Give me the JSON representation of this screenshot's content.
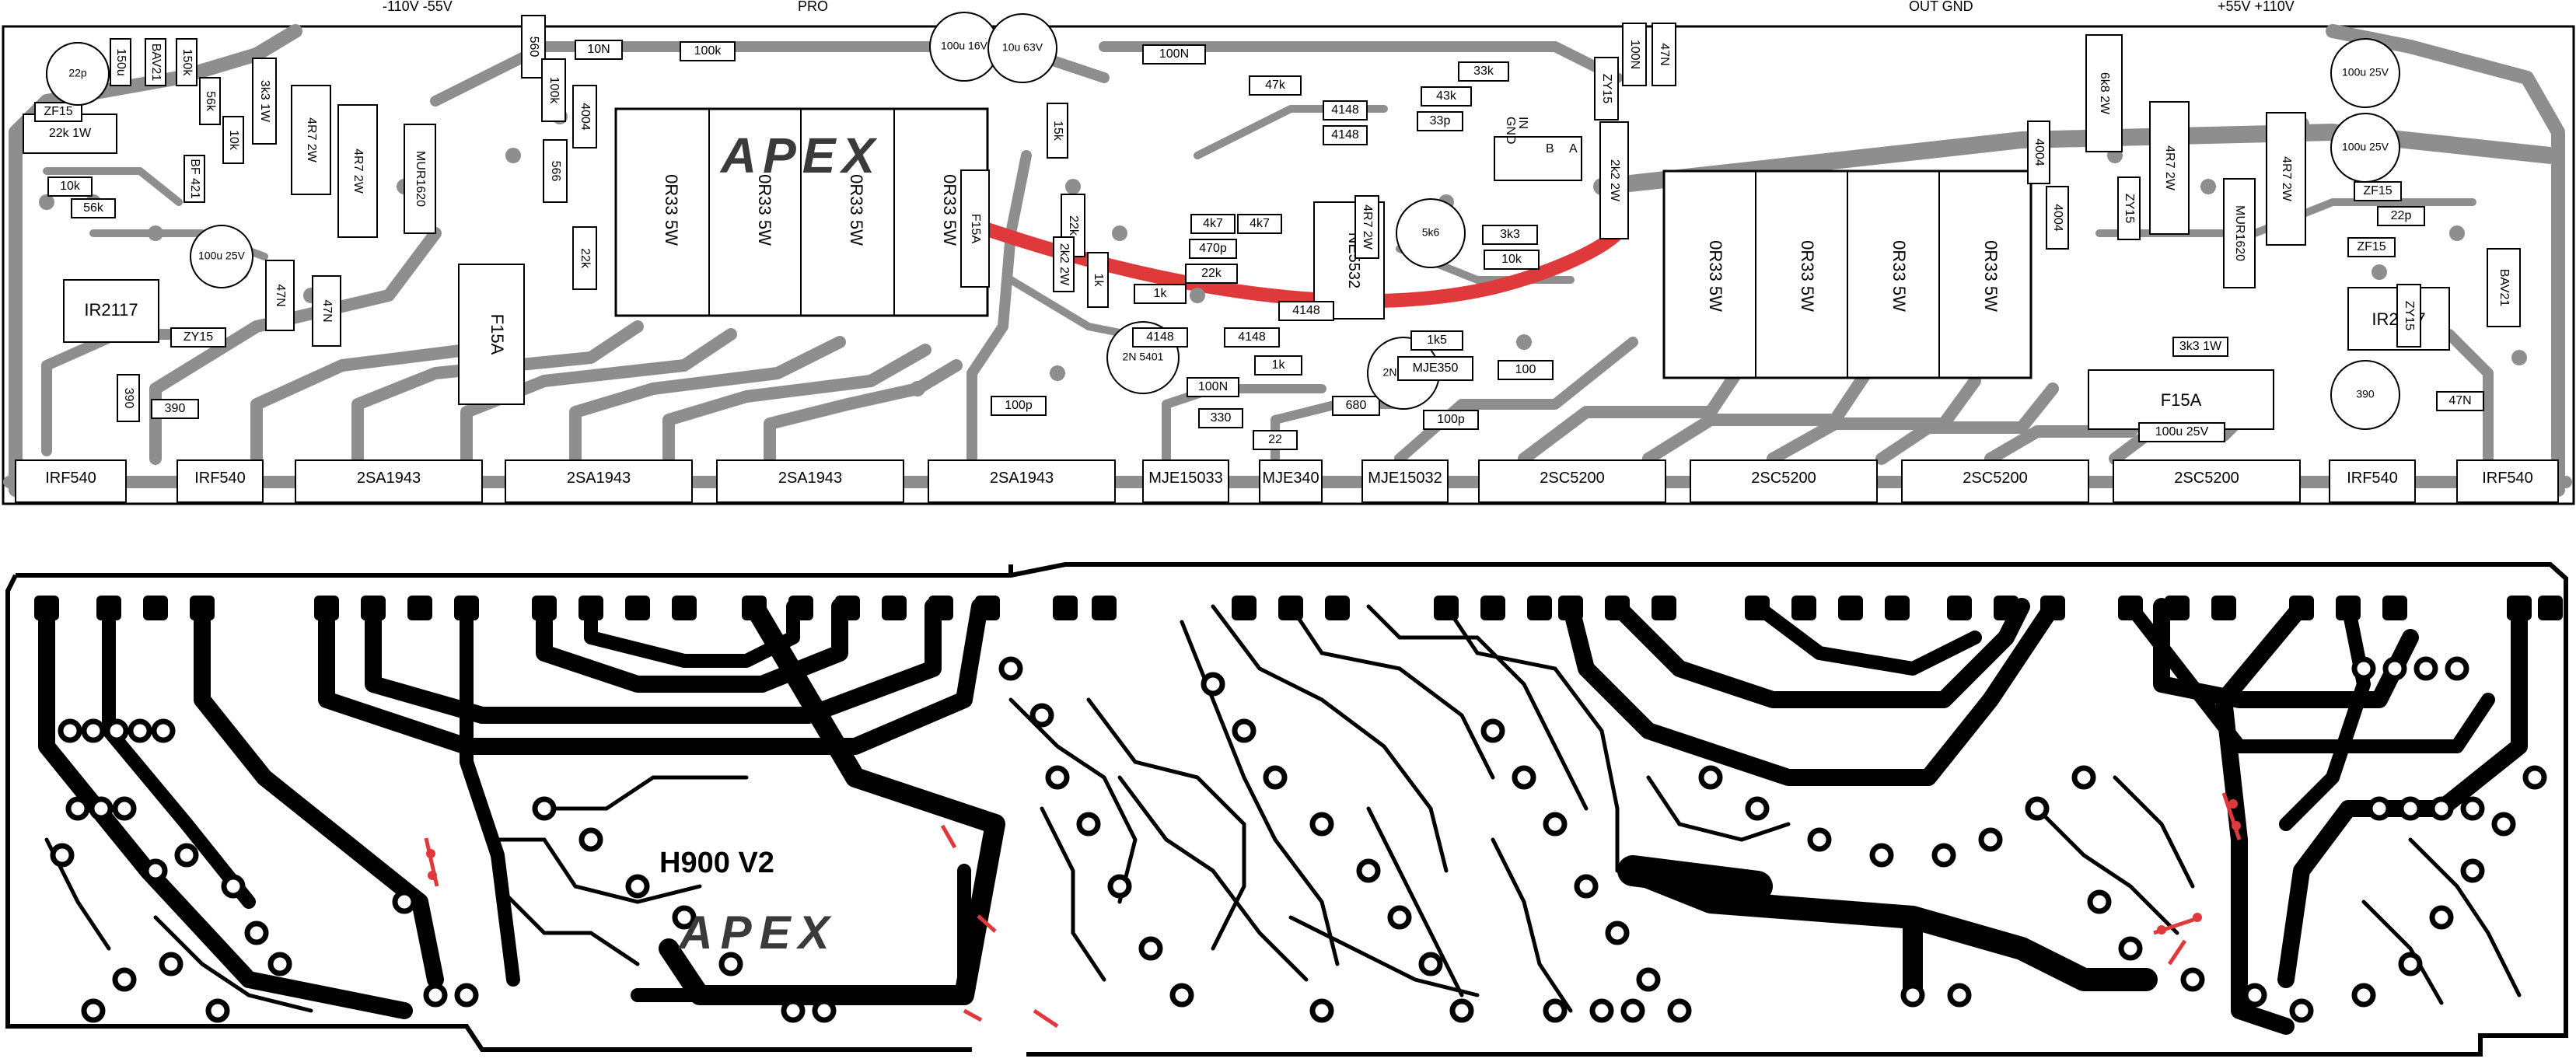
{
  "header_labels": {
    "supply_neg": "-110V  -55V",
    "pro": "PRO",
    "out_gnd": "OUT GND",
    "supply_pos": "+55V  +110V"
  },
  "board": {
    "brand_top": "APEX",
    "brand_bottom": "APEX",
    "model": "H900 V2",
    "pin_labels": [
      "GND",
      "IN",
      "B",
      "A"
    ]
  },
  "transistors": [
    "IRF540",
    "IRF540",
    "2SA1943",
    "2SA1943",
    "2SA1943",
    "2SA1943",
    "MJE15033",
    "MJE340",
    "MJE15032",
    "2SC5200",
    "2SC5200",
    "2SC5200",
    "2SC5200",
    "IRF540",
    "IRF540"
  ],
  "emitter_resistors_left": [
    "0R33 5W",
    "0R33 5W",
    "0R33 5W",
    "0R33 5W"
  ],
  "emitter_resistors_right": [
    "0R33 5W",
    "0R33 5W",
    "0R33 5W",
    "0R33 5W"
  ],
  "ics": [
    "IR2117",
    "NE5532",
    "IR2117"
  ],
  "fuses": [
    "F15A",
    "F15A"
  ],
  "parts": [
    "100u 25V",
    "150u",
    "BAV21",
    "150k",
    "56k",
    "22k 1W",
    "3k3 1W",
    "10k",
    "10k",
    "56k",
    "ZF15",
    "BF 421",
    "100u 25V",
    "4R7 2W",
    "4R7 2W",
    "MUR1620",
    "47N",
    "47N",
    "ZY15",
    "390",
    "390",
    "10N",
    "100k",
    "2N 5401",
    "560",
    "100k",
    "4004",
    "566",
    "22k",
    "100u 16V",
    "10u 63V",
    "15k",
    "100N",
    "47k",
    "4148",
    "4148",
    "33k",
    "43k",
    "33p",
    "22k",
    "4k7",
    "4k7",
    "470p",
    "22k",
    "1k",
    "4148",
    "4148",
    "4148",
    "100N",
    "1k",
    "330",
    "22",
    "680",
    "100p",
    "100p",
    "2N 5551",
    "MJE350",
    "100",
    "1k5",
    "3k3",
    "10k",
    "2k2 2W",
    "4R7 2W",
    "100N",
    "47N",
    "ZY15",
    "4004",
    "6k8 2W",
    "4004",
    "ZY15",
    "4R7 2W",
    "MUR1620",
    "4R7 2W",
    "100u 25V",
    "100u 25V",
    "22p",
    "ZF15",
    "ZF15",
    "ZY15",
    "BAV21",
    "3k3 1W",
    "47N",
    "390",
    "100u 25V",
    "F15A",
    "2k2 2W",
    "1k",
    "5k6",
    "22p"
  ]
}
